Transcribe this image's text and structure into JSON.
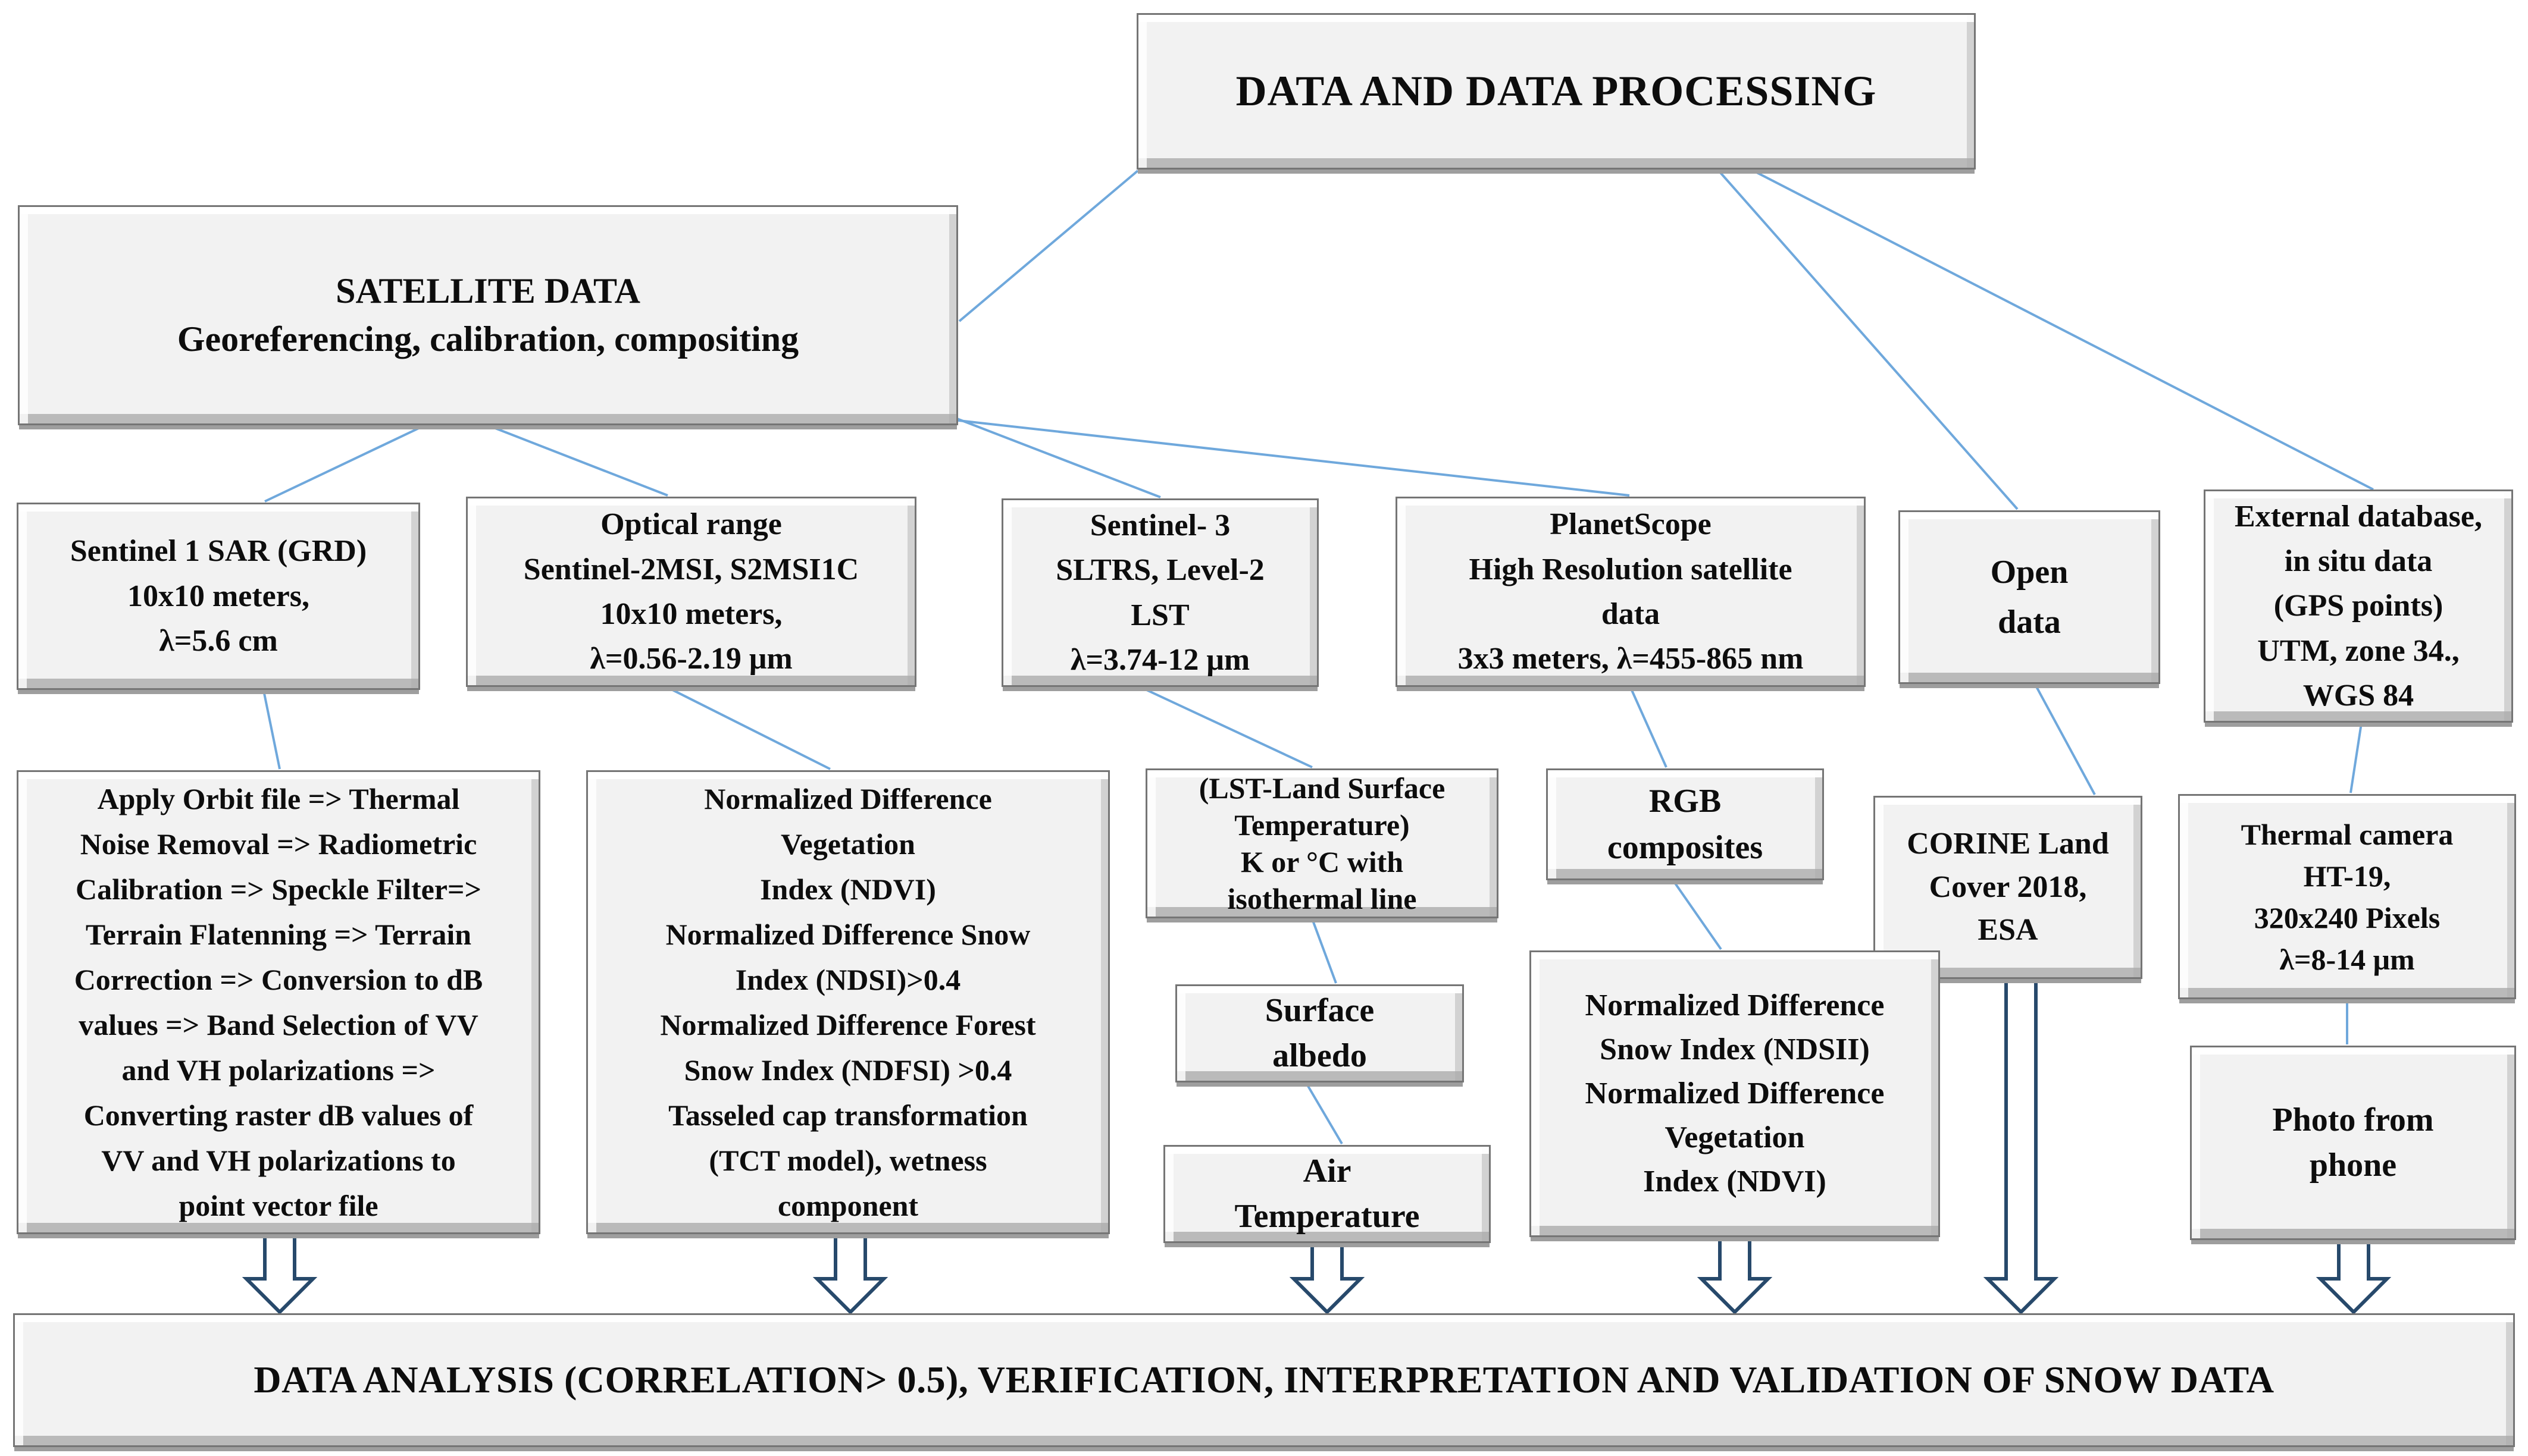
{
  "diagram": {
    "title": "DATA AND DATA PROCESSING",
    "colors": {
      "box_fill": "#f2f2f2",
      "box_border": "#757575",
      "connector_blue": "#6fa8dc",
      "block_arrow_outline": "#27496b",
      "text": "#0d0d0d"
    },
    "nodes": {
      "top": {
        "label": "DATA AND DATA PROCESSING"
      },
      "satellite": {
        "label": "SATELLITE DATA\nGeoreferencing, calibration, compositing"
      },
      "sentinel1": {
        "label": "Sentinel 1 SAR (GRD)\n10x10 meters,\nλ=5.6 cm"
      },
      "optical": {
        "label": "Optical range\nSentinel-2MSI, S2MSI1C\n10x10 meters,\nλ=0.56-2.19 μm"
      },
      "sentinel3": {
        "label": "Sentinel- 3\nSLTRS, Level-2\nLST\nλ=3.74-12 μm"
      },
      "planetscope": {
        "label": "PlanetScope\nHigh Resolution satellite\ndata\n3x3 meters, λ=455-865 nm"
      },
      "open_data": {
        "label": "Open\ndata"
      },
      "external_db": {
        "label": "External database,\nin situ data\n(GPS points)\nUTM, zone 34.,\nWGS 84"
      },
      "sar_processing": {
        "label": "Apply Orbit file => Thermal\nNoise Removal => Radiometric\nCalibration => Speckle Filter=>\nTerrain Flatenning => Terrain\nCorrection => Conversion to dB\nvalues => Band Selection of VV\nand VH polarizations =>\nConverting raster dB values of\nVV and VH polarizations to\npoint vector file"
      },
      "optical_indices": {
        "label": "Normalized Difference\nVegetation\nIndex (NDVI)\nNormalized Difference Snow\nIndex (NDSI)>0.4\nNormalized Difference Forest\nSnow Index (NDFSI) >0.4\nTasseled cap transformation\n(TCT model), wetness\ncomponent"
      },
      "lst": {
        "label": "(LST-Land Surface\nTemperature)\nK or °C with\nisothermal line"
      },
      "rgb_composites": {
        "label": "RGB\ncomposites"
      },
      "corine": {
        "label": "CORINE Land\nCover 2018,\nESA"
      },
      "thermal_camera": {
        "label": "Thermal camera\nHT-19,\n320x240 Pixels\nλ=8-14 μm"
      },
      "surface_albedo": {
        "label": "Surface\nalbedo"
      },
      "air_temperature": {
        "label": "Air\nTemperature"
      },
      "planetscope_indices": {
        "label": "Normalized Difference\nSnow Index (NDSII)\nNormalized Difference\nVegetation\nIndex (NDVI)"
      },
      "photo_phone": {
        "label": "Photo from\nphone"
      },
      "bottom": {
        "label": "DATA ANALYSIS (CORRELATION> 0.5), VERIFICATION, INTERPRETATION AND VALIDATION OF SNOW DATA"
      }
    }
  }
}
